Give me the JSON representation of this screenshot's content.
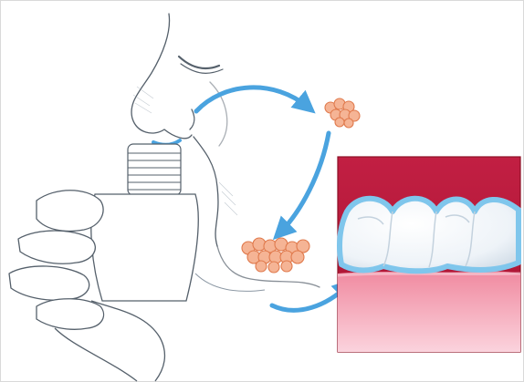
{
  "illustration": {
    "subjects": [
      "nose-inhaler",
      "cell-cluster",
      "mouth",
      "tooth-inset"
    ],
    "colors": {
      "arrow": "#4aa3df",
      "cells": "#f0a585",
      "cell_outline": "#e07a4d",
      "gum": "#b81f3f",
      "gum_light": "#f2a3b4",
      "tooth": "#f4f7fb",
      "tooth_glow": "#7fc6ec",
      "line": "#55606b",
      "skin_shade": "#e9eef3"
    }
  }
}
